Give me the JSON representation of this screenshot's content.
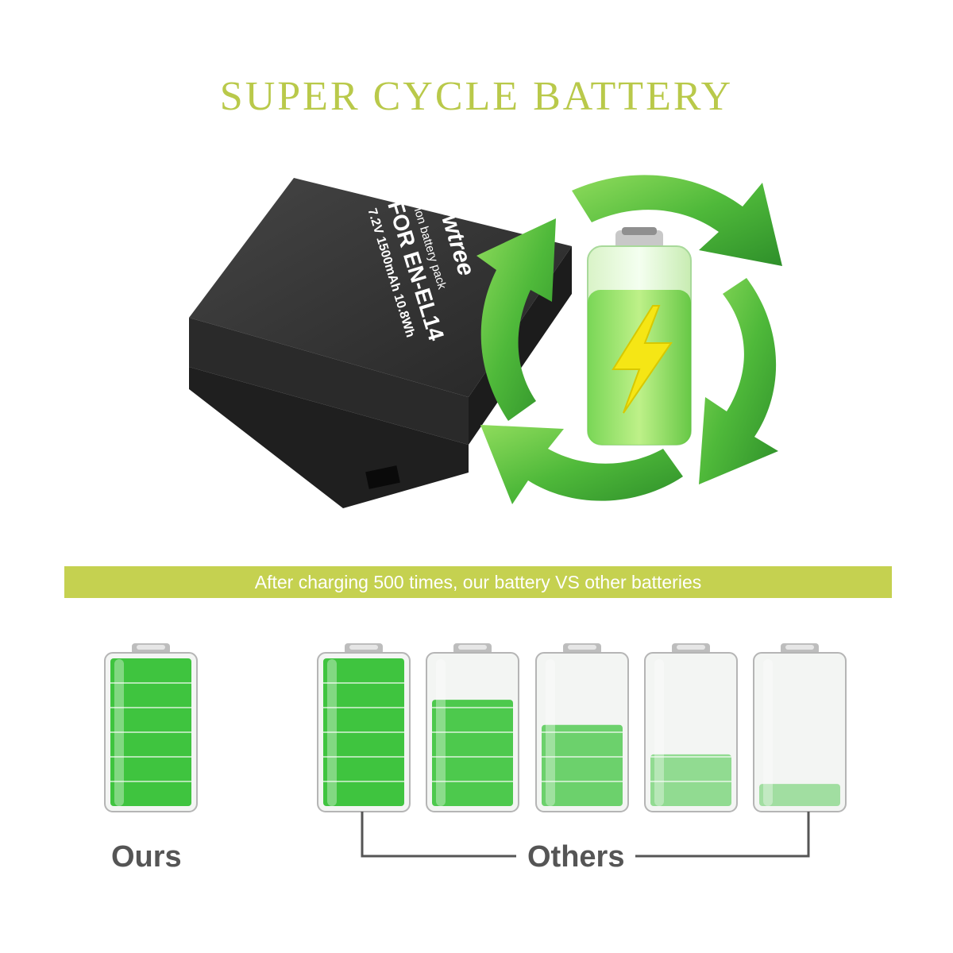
{
  "header": {
    "title": "SUPER CYCLE BATTERY"
  },
  "product": {
    "brand": "powtree",
    "type_line": "Li-ion battery pack",
    "model_line": "FOR EN-EL14",
    "spec_line": "7.2V 1500mAh 10.8Wh"
  },
  "comparison": {
    "banner_text": "After charging 500 times, our battery VS other batteries",
    "ours_label": "Ours",
    "others_label": "Others",
    "batteries": [
      {
        "group": "ours",
        "charge_level": 1.0
      },
      {
        "group": "others",
        "charge_level": 1.0
      },
      {
        "group": "others",
        "charge_level": 0.72
      },
      {
        "group": "others",
        "charge_level": 0.55
      },
      {
        "group": "others",
        "charge_level": 0.35
      },
      {
        "group": "others",
        "charge_level": 0.15
      }
    ]
  },
  "colors": {
    "title": "#b9c94a",
    "banner": "#c5d150",
    "battery_green": "#3fc43f",
    "recycle_arrow": "#4fb93a",
    "bolt": "#f5e615",
    "label_gray": "#555555"
  },
  "icons": {
    "recycle": "recycle-arrows-icon",
    "charge": "lightning-bolt-icon"
  }
}
